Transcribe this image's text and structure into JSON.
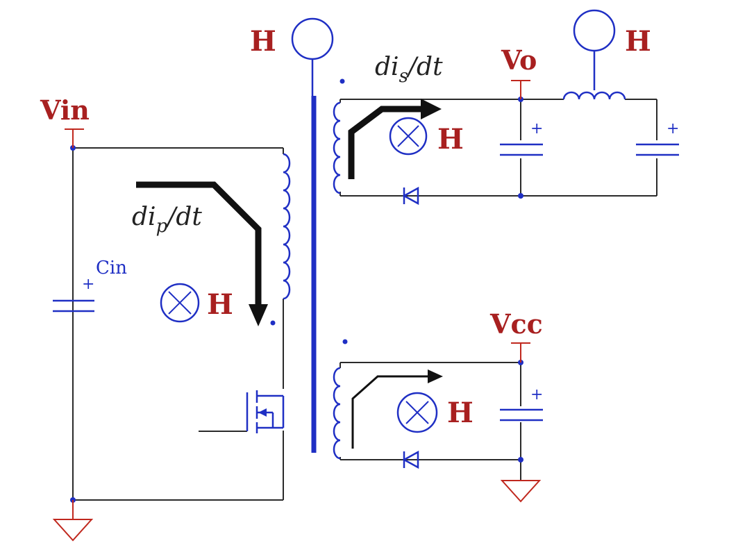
{
  "labels": {
    "vin": "Vin",
    "vo": "Vo",
    "vcc": "Vcc",
    "cin": "Cin",
    "h": "H",
    "di_p_main": "di",
    "di_p_sub": "p",
    "di_p_tail": "/dt",
    "di_s_main": "di",
    "di_s_sub": "s",
    "di_s_tail": "/dt",
    "plus": "+"
  },
  "colors": {
    "label_red": "#a82020",
    "component_blue": "#1f2fc4",
    "wire": "#2a2a2a"
  },
  "icons": {
    "field_into_page": "circle-x-icon",
    "field_probe": "circle-probe-icon",
    "ground": "ground-icon"
  }
}
